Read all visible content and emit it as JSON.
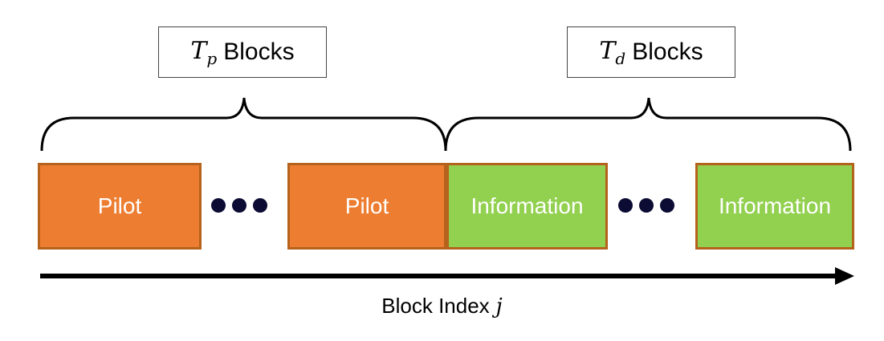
{
  "pilot_group": {
    "symbol": "T",
    "subscript": "p",
    "suffix": "Blocks"
  },
  "data_group": {
    "symbol": "T",
    "subscript": "d",
    "suffix": "Blocks"
  },
  "blocks": {
    "pilot_label": "Pilot",
    "information_label": "Information"
  },
  "axis": {
    "label": "Block Index",
    "symbol": "j"
  },
  "colors": {
    "pilot": "#ed7d31",
    "information": "#92d050",
    "block_border": "#b5621c",
    "dots": "#0b0b33"
  }
}
